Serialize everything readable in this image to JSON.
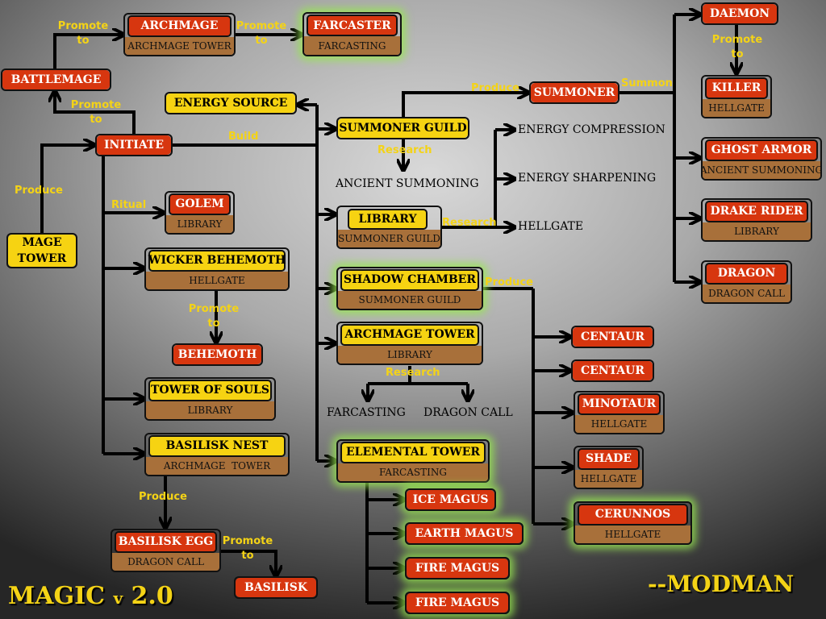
{
  "nodes": {
    "battlemage": {
      "title": "BATTLEMAGE"
    },
    "archmage": {
      "title": "ARCHMAGE",
      "sub": "ARCHMAGE TOWER"
    },
    "farcaster": {
      "title": "FARCASTER",
      "sub": "FARCASTING"
    },
    "energy_source": {
      "title": "ENERGY SOURCE"
    },
    "initiate": {
      "title": "INITIATE"
    },
    "mage_tower": {
      "title": "MAGE\nTOWER"
    },
    "golem": {
      "title": "GOLEM",
      "sub": "LIBRARY"
    },
    "wicker_behemoth": {
      "title": "WICKER BEHEMOTH",
      "sub": "HELLGATE"
    },
    "behemoth": {
      "title": "BEHEMOTH"
    },
    "tower_of_souls": {
      "title": "TOWER OF SOULS",
      "sub": "LIBRARY"
    },
    "basilisk_nest": {
      "title": "BASILISK NEST",
      "sub": "ARCHMAGE  TOWER"
    },
    "basilisk_egg": {
      "title": "BASILISK EGG",
      "sub": "DRAGON CALL"
    },
    "basilisk": {
      "title": "BASILISK"
    },
    "summoner_guild": {
      "title": "SUMMONER GUILD"
    },
    "summoner": {
      "title": "SUMMONER"
    },
    "library": {
      "title": "LIBRARY",
      "sub": "SUMMONER GUILD"
    },
    "shadow_chamber": {
      "title": "SHADOW CHAMBER",
      "sub": "SUMMONER GUILD"
    },
    "archmage_tower": {
      "title": "ARCHMAGE TOWER",
      "sub": "LIBRARY"
    },
    "elemental_tower": {
      "title": "ELEMENTAL TOWER",
      "sub": "FARCASTING"
    },
    "ice_magus": {
      "title": "ICE MAGUS"
    },
    "earth_magus": {
      "title": "EARTH MAGUS"
    },
    "fire_magus_1": {
      "title": "FIRE MAGUS"
    },
    "fire_magus_2": {
      "title": "FIRE MAGUS"
    },
    "centaur_1": {
      "title": "CENTAUR"
    },
    "centaur_2": {
      "title": "CENTAUR"
    },
    "minotaur": {
      "title": "MINOTAUR",
      "sub": "HELLGATE"
    },
    "shade": {
      "title": "SHADE",
      "sub": "HELLGATE"
    },
    "cerunnos": {
      "title": "CERUNNOS",
      "sub": "HELLGATE"
    },
    "daemon": {
      "title": "DAEMON"
    },
    "killer": {
      "title": "KILLER",
      "sub": "HELLGATE"
    },
    "ghost_armor": {
      "title": "GHOST ARMOR",
      "sub": "ANCIENT SUMMONING"
    },
    "drake_rider": {
      "title": "DRAKE RIDER",
      "sub": "LIBRARY"
    },
    "dragon": {
      "title": "DRAGON",
      "sub": "DRAGON CALL"
    }
  },
  "labels": {
    "promote_to": "Promote\nto",
    "produce": "Produce",
    "build": "Build",
    "ritual": "Ritual",
    "research": "Research",
    "summon": "Summon"
  },
  "research_items": {
    "ancient_summoning": "ANCIENT SUMMONING",
    "energy_compression": "ENERGY COMPRESSION",
    "energy_sharpening": "ENERGY SHARPENING",
    "hellgate": "HELLGATE",
    "farcasting": "FARCASTING",
    "dragon_call": "DRAGON CALL"
  },
  "footer": {
    "title": "MAGIC",
    "version_prefix": "v",
    "version": "2.0",
    "author": "--MODMAN"
  },
  "colors": {
    "unit_box": "#d7360f",
    "building_box": "#f6d312",
    "requirement_box": "#a8703a",
    "label_text": "#f4d316",
    "glow": "#96e650"
  }
}
